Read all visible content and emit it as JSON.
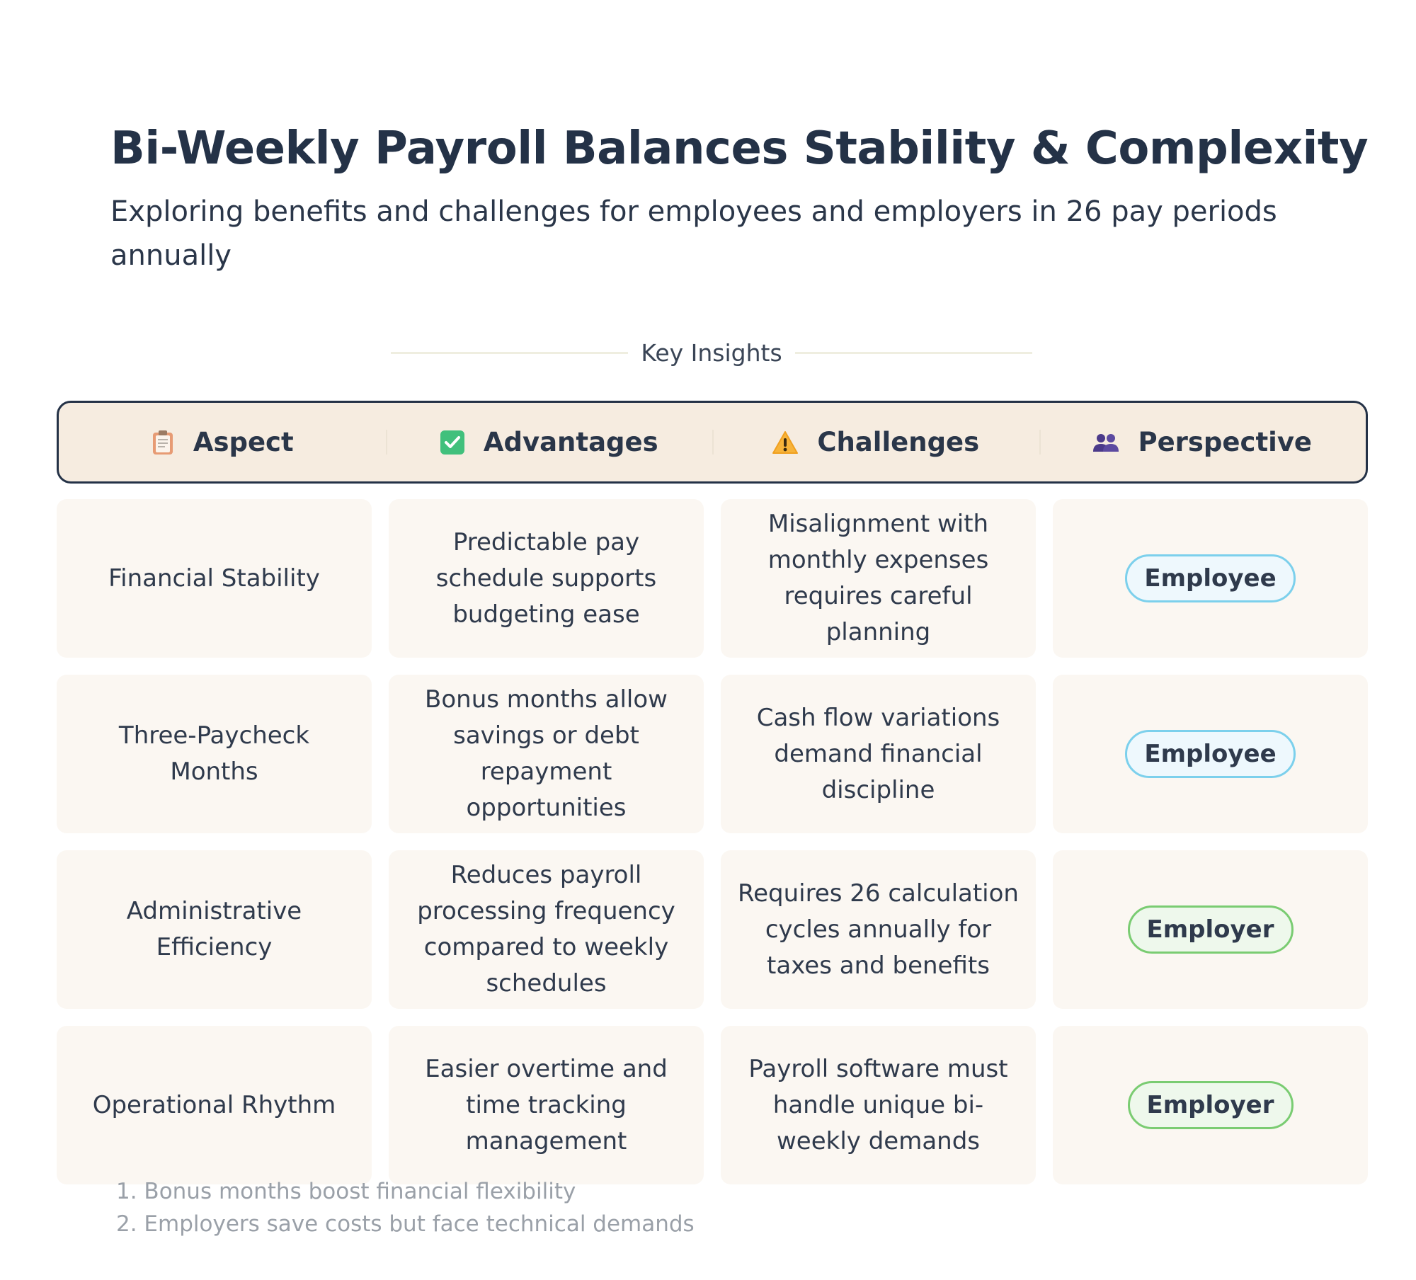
{
  "title": "Bi-Weekly Payroll Balances Stability & Complexity",
  "subtitle": "Exploring benefits and challenges for employees and employers in 26 pay periods annually",
  "section_label": "Key Insights",
  "headers": [
    {
      "label": "Aspect",
      "icon": "clipboard-icon"
    },
    {
      "label": "Advantages",
      "icon": "check-box-icon"
    },
    {
      "label": "Challenges",
      "icon": "warning-icon"
    },
    {
      "label": "Perspective",
      "icon": "people-icon"
    }
  ],
  "rows": [
    {
      "aspect": "Financial Stability",
      "advantages": "Predictable pay schedule supports budgeting ease",
      "challenges": "Misalignment with monthly expenses requires careful planning",
      "perspective": "Employee"
    },
    {
      "aspect": "Three-Paycheck Months",
      "advantages": "Bonus months allow savings or debt repayment opportunities",
      "challenges": "Cash flow variations demand financial discipline",
      "perspective": "Employee"
    },
    {
      "aspect": "Administrative Efficiency",
      "advantages": "Reduces payroll processing frequency compared to weekly schedules",
      "challenges": "Requires 26 calculation cycles annually for taxes and benefits",
      "perspective": "Employer"
    },
    {
      "aspect": "Operational Rhythm",
      "advantages": "Easier overtime and time tracking management",
      "challenges": "Payroll software must handle unique bi-weekly demands",
      "perspective": "Employer"
    }
  ],
  "notes": [
    "1. Bonus months boost financial flexibility",
    "2. Employers save costs but face technical demands"
  ],
  "colors": {
    "title": "#243247",
    "header_bg": "#f6ece0",
    "header_border": "#243247",
    "cell_bg": "#fbf7f2",
    "employee_border": "#7cd0ec",
    "employer_border": "#7acc72",
    "notes": "#9aa0a8"
  }
}
